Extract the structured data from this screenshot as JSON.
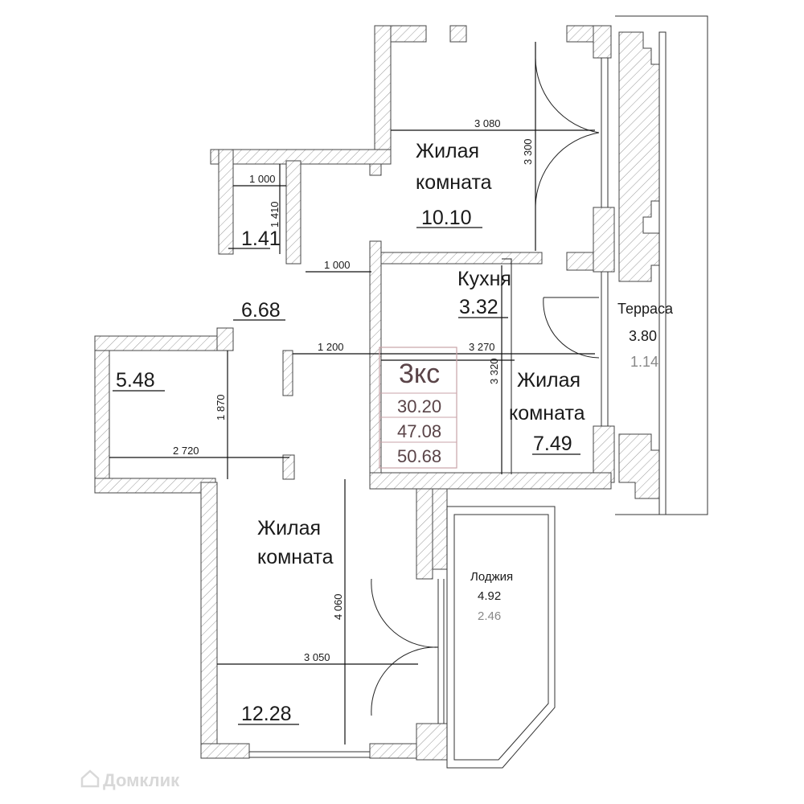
{
  "rooms": {
    "living_top": {
      "name_line1": "Жилая",
      "name_line2": "комната",
      "area": "10.10"
    },
    "toilet": {
      "area": "1.41"
    },
    "hall": {
      "area": "6.68"
    },
    "kitchen": {
      "name": "Кухня",
      "area": "3.32"
    },
    "terrace": {
      "name": "Терраса",
      "area": "3.80",
      "area_reduced": "1.14"
    },
    "living_right": {
      "name_line1": "Жилая",
      "name_line2": "комната",
      "area": "7.49"
    },
    "bath": {
      "area": "5.48"
    },
    "living_bottom": {
      "name_line1": "Жилая",
      "name_line2": "комната",
      "area": "12.28"
    },
    "loggia": {
      "name": "Лоджия",
      "area": "4.92",
      "area_reduced": "2.46"
    }
  },
  "summary": {
    "type": "3кс",
    "living_area": "30.20",
    "total_area": "47.08",
    "total_with_outdoor": "50.68",
    "border_color": "#c9a3a8"
  },
  "dimensions": {
    "top_room_width": "3 080",
    "top_room_height": "3 300",
    "toilet_width": "1 000",
    "toilet_height": "1 410",
    "corridor_width": "1 000",
    "hall_width": "1 200",
    "right_room_width": "3 270",
    "right_room_height": "3 320",
    "bath_height": "1 870",
    "bath_width": "2 720",
    "bottom_room_height": "4 060",
    "bottom_room_width": "3 050"
  },
  "watermark": "Домклик"
}
